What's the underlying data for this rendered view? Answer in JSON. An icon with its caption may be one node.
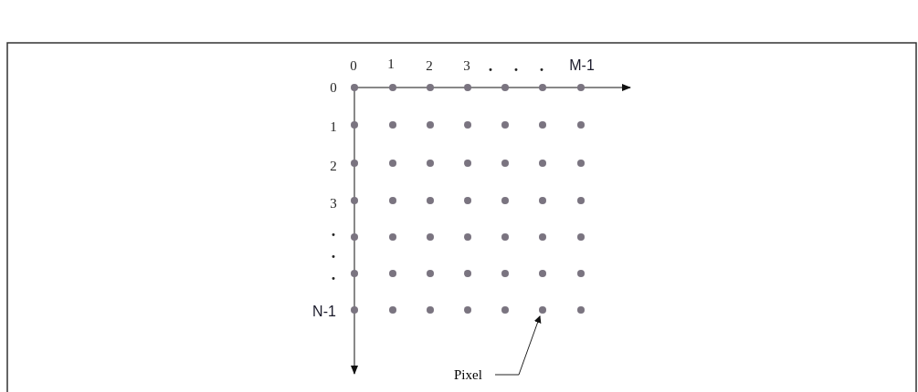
{
  "diagram": {
    "nodes": [
      {
        "text": [
          "Pixel"
        ]
      },
      {
        "text": [],
        "shape": "circle"
      }
    ],
    "edges": [
      {
        "from": 0,
        "to": 1,
        "arrow": "to"
      }
    ],
    "labels": [
      "0",
      "1",
      "2",
      "3",
      ".",
      ".",
      ".",
      "M-1",
      "0",
      "1",
      "2",
      "3",
      ".",
      ".",
      ".",
      "N-1"
    ]
  }
}
